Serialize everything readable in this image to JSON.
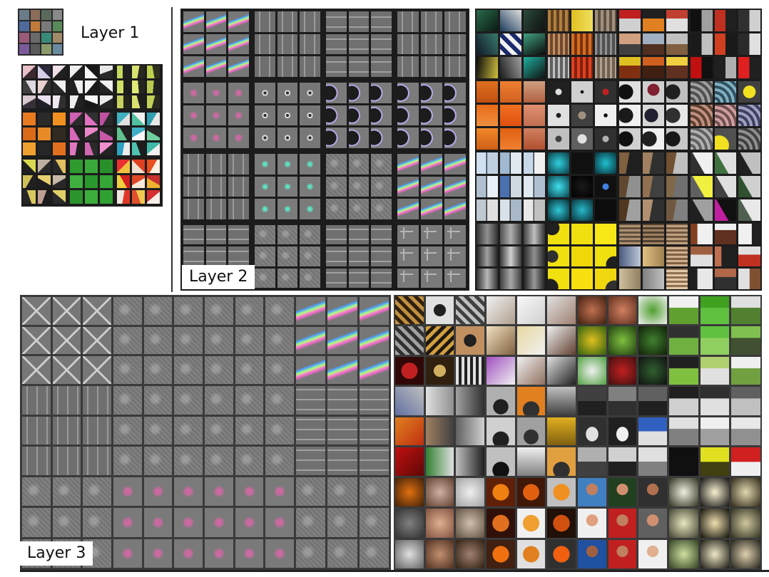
{
  "labels": {
    "layer1": "Layer 1",
    "layer2": "Layer 2",
    "layer3": "Layer 3"
  },
  "colors": {
    "background": "#ffffff",
    "panel_dark": "#1c1c1c",
    "panel_grey": "#3a3a3a",
    "feature_grey": "#7b7b7b"
  }
}
